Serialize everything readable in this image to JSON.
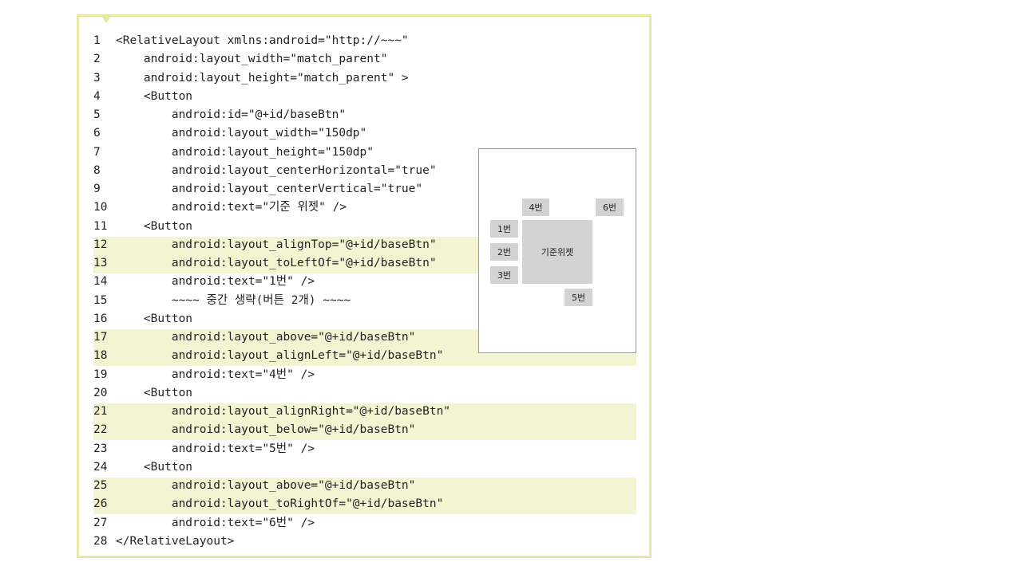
{
  "code_lines": [
    {
      "num": "1",
      "text": "<RelativeLayout xmlns:android=\"http://~~~\""
    },
    {
      "num": "2",
      "text": "    android:layout_width=\"match_parent\""
    },
    {
      "num": "3",
      "text": "    android:layout_height=\"match_parent\" >"
    },
    {
      "num": "4",
      "text": "    <Button"
    },
    {
      "num": "5",
      "text": "        android:id=\"@+id/baseBtn\""
    },
    {
      "num": "6",
      "text": "        android:layout_width=\"150dp\""
    },
    {
      "num": "7",
      "text": "        android:layout_height=\"150dp\""
    },
    {
      "num": "8",
      "text": "        android:layout_centerHorizontal=\"true\""
    },
    {
      "num": "9",
      "text": "        android:layout_centerVertical=\"true\""
    },
    {
      "num": "10",
      "text": "        android:text=\"기준 위젯\" />"
    },
    {
      "num": "11",
      "text": "    <Button"
    },
    {
      "num": "12",
      "text": "        android:layout_alignTop=\"@+id/baseBtn\""
    },
    {
      "num": "13",
      "text": "        android:layout_toLeftOf=\"@+id/baseBtn\""
    },
    {
      "num": "14",
      "text": "        android:text=\"1번\" />"
    },
    {
      "num": "15",
      "text": "        ~~~~ 중간 생략(버튼 2개) ~~~~"
    },
    {
      "num": "16",
      "text": "    <Button"
    },
    {
      "num": "17",
      "text": "        android:layout_above=\"@+id/baseBtn\""
    },
    {
      "num": "18",
      "text": "        android:layout_alignLeft=\"@+id/baseBtn\""
    },
    {
      "num": "19",
      "text": "        android:text=\"4번\" />"
    },
    {
      "num": "20",
      "text": "    <Button"
    },
    {
      "num": "21",
      "text": "        android:layout_alignRight=\"@+id/baseBtn\""
    },
    {
      "num": "22",
      "text": "        android:layout_below=\"@+id/baseBtn\""
    },
    {
      "num": "23",
      "text": "        android:text=\"5번\" />"
    },
    {
      "num": "24",
      "text": "    <Button"
    },
    {
      "num": "25",
      "text": "        android:layout_above=\"@+id/baseBtn\""
    },
    {
      "num": "26",
      "text": "        android:layout_toRightOf=\"@+id/baseBtn\""
    },
    {
      "num": "27",
      "text": "        android:text=\"6번\" />"
    },
    {
      "num": "28",
      "text": "</RelativeLayout>"
    }
  ],
  "highlighted_lines": [
    "12",
    "13",
    "17",
    "18",
    "21",
    "22",
    "25",
    "26"
  ],
  "preview": {
    "base": "기준위젯",
    "btn1": "1번",
    "btn2": "2번",
    "btn3": "3번",
    "btn4": "4번",
    "btn5": "5번",
    "btn6": "6번"
  },
  "colors": {
    "frame_border": "#e8e8a2",
    "highlight": "#f3f4d2",
    "button_gray": "#d3d3d3"
  }
}
